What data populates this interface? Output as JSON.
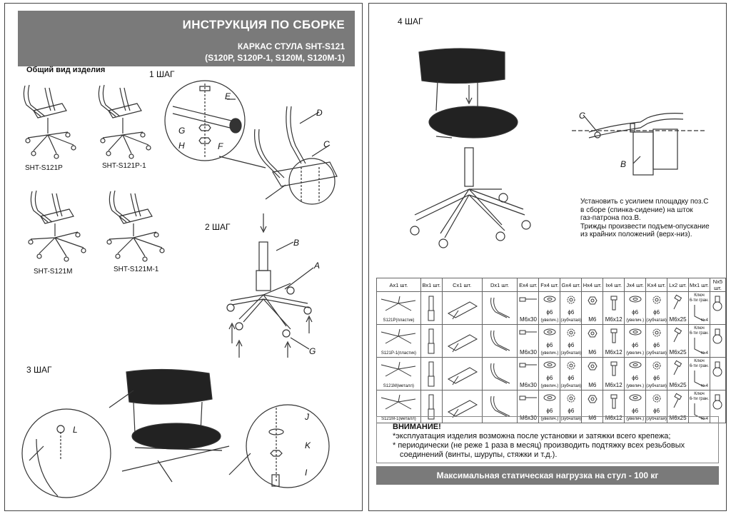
{
  "left": {
    "title": "ИНСТРУКЦИЯ ПО СБОРКЕ",
    "subtitle_1": "КАРКАС СТУЛА SHT-S121",
    "subtitle_2": "(S120P, S120P-1, S120M, S120M-1)",
    "overview_label": "Общий вид изделия",
    "models": [
      "SHT-S121P",
      "SHT-S121P-1",
      "SHT-S121M",
      "SHT-S121M-1"
    ],
    "step1": "1 ШАГ",
    "step2": "2 ШАГ",
    "step3": "3 ШАГ",
    "letters": {
      "E": "E",
      "G": "G",
      "F": "F",
      "H": "H",
      "D": "D",
      "C": "C",
      "B": "B",
      "A": "A",
      "G2": "G",
      "L": "L",
      "J": "J",
      "K": "K",
      "I": "I"
    }
  },
  "right": {
    "step4": "4 ШАГ",
    "letters": {
      "C": "C",
      "B": "B"
    },
    "instruction": [
      "Установить с усилием площадку поз.С",
      "в сборе (спинка-сидение) на шток",
      "газ-патрона поз.В.",
      "Трижды произвести подъем-опускание",
      "из крайних положений (верх-низ)."
    ],
    "table": {
      "headers": [
        "Ах1 шт.",
        "Вх1 шт.",
        "Сх1 шт.",
        "Dх1 шт.",
        "Ех4 шт.",
        "Fх4 шт.",
        "Gх4 шт.",
        "Hх4 шт.",
        "Iх4 шт.",
        "Jх4 шт.",
        "Kх4 шт.",
        "Lх2 шт.",
        "Mх1 шт.",
        "Nх5 шт."
      ],
      "rows": [
        {
          "base": "S121P(пластик)",
          "E": "M6x30",
          "F1": "ϕ6",
          "F2": "(увелич.)",
          "G1": "ϕ6",
          "G2": "(зубчатая)",
          "H": "M6",
          "I": "M6x12",
          "J1": "ϕ6",
          "J2": "(увелич.)",
          "K1": "ϕ6",
          "K2": "(зубчатая)",
          "L": "M6x25",
          "M1": "Ключ",
          "M2": "6-ти гран.",
          "M3": "№4"
        },
        {
          "base": "S121P-1(пластик)",
          "E": "M6x30",
          "F1": "ϕ6",
          "F2": "(увелич.)",
          "G1": "ϕ6",
          "G2": "(зубчатая)",
          "H": "M6",
          "I": "M6x12",
          "J1": "ϕ6",
          "J2": "(увелич.)",
          "K1": "ϕ6",
          "K2": "(зубчатая)",
          "L": "M6x25",
          "M1": "Ключ",
          "M2": "6-ти гран.",
          "M3": "№4"
        },
        {
          "base": "S121M(металл)",
          "E": "M6x30",
          "F1": "ϕ6",
          "F2": "(увелич.)",
          "G1": "ϕ6",
          "G2": "(зубчатая)",
          "H": "M6",
          "I": "M6x12",
          "J1": "ϕ6",
          "J2": "(увелич.)",
          "K1": "ϕ6",
          "K2": "(зубчатая)",
          "L": "M6x25",
          "M1": "Ключ",
          "M2": "6-ти гран.",
          "M3": "№4"
        },
        {
          "base": "S121M-1(металл)",
          "E": "M6x30",
          "F1": "ϕ6",
          "F2": "(увелич.)",
          "G1": "ϕ6",
          "G2": "(зубчатая)",
          "H": "M6",
          "I": "M6x12",
          "J1": "ϕ6",
          "J2": "(увелич.)",
          "K1": "ϕ6",
          "K2": "(зубчатая)",
          "L": "M6x25",
          "M1": "Ключ",
          "M2": "6-ти гран.",
          "M3": "№4"
        }
      ]
    },
    "warning_title": "ВНИМАНИЕ!",
    "warning_1": "*эксплуатация изделия возможна после установки и затяжки всего крепежа;",
    "warning_2": "* периодически (не реже 1 раза в месяц) производить подтяжку всех резьбовых",
    "warning_3": "соединений (винты, шурупы, стяжки и т.д.).",
    "max_load": "Максимальная статическая нагрузка на стул - 100 кг"
  }
}
